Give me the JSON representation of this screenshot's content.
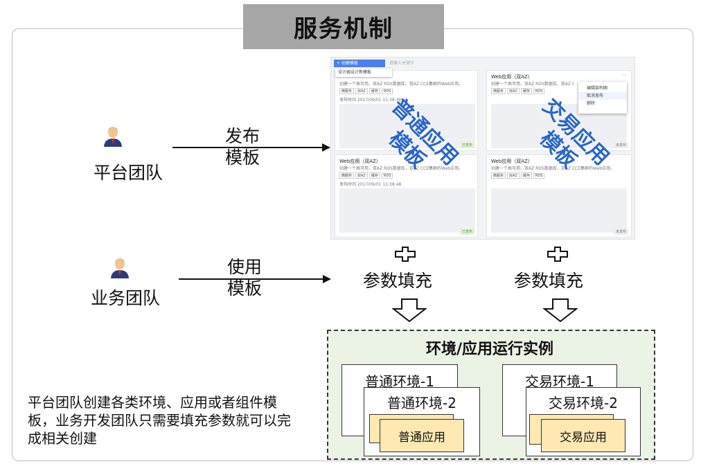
{
  "title": "服务机制",
  "platform_team": {
    "label": "平台团队",
    "action": "发布\n模板"
  },
  "business_team": {
    "label": "业务团队",
    "action": "使用\n模板"
  },
  "screenshot": {
    "create_button": "+ 创建模板",
    "search_placeholder": "请输入关键字",
    "dropdown_item": "设计器设计新模板",
    "card_title": "Web应用（双AZ）",
    "card_desc": "创建一个高可用，双AZ RDS数据库，双AZ CCE集群的Web应用。",
    "tags": [
      "微服务",
      "双AZ",
      "缓存",
      "RDS"
    ],
    "publish_time": "发布时间  2017/09/01  11:38:48",
    "status_published": "已发布",
    "status_unpublished": "未发布",
    "menu_items": [
      "编辑架构图",
      "取消发布",
      "删除"
    ],
    "watermark_left": "普通应用\n模板",
    "watermark_right": "交易应用\n模板"
  },
  "param_fill_left": "参数填充",
  "param_fill_right": "参数填充",
  "env": {
    "title": "环境/应用运行实例",
    "normal_env_1": "普通环境-1",
    "normal_env_2": "普通环境-2",
    "normal_app": "普通应用",
    "trade_env_1": "交易环境-1",
    "trade_env_2": "交易环境-2",
    "trade_app": "交易应用"
  },
  "description": "平台团队创建各类环境、应用或者组件模板，业务开发团队只需要填充参数就可以完成相关创建"
}
